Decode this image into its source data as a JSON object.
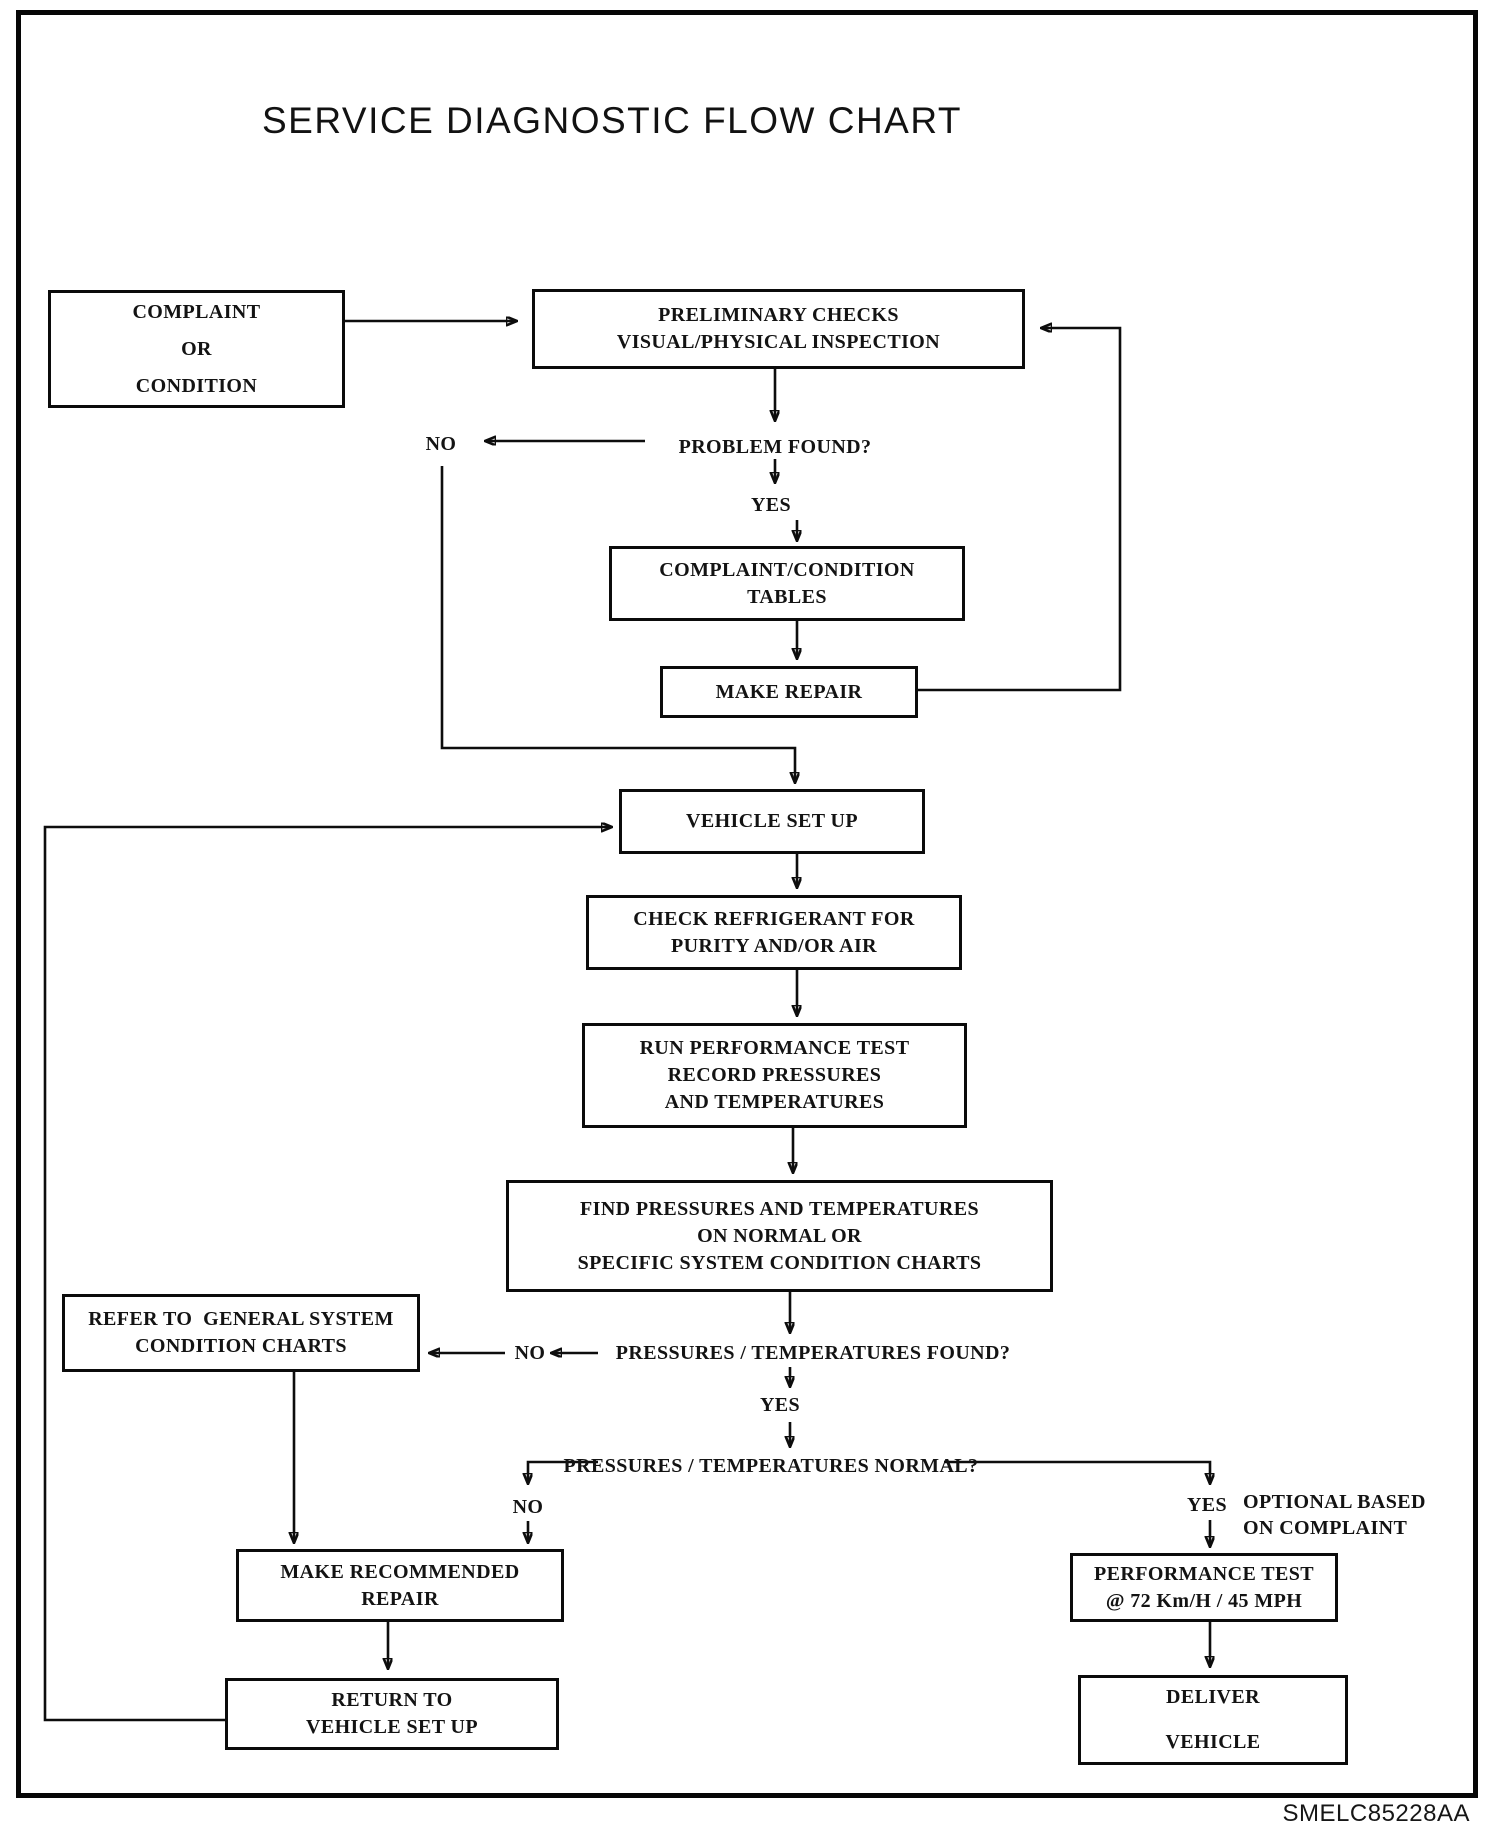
{
  "page": {
    "title": "SERVICE DIAGNOSTIC FLOW CHART",
    "figure_code": "SMELC85228AA"
  },
  "nodes": [
    {
      "id": "complaint",
      "lines": [
        "COMPLAINT",
        "OR",
        "CONDITION"
      ]
    },
    {
      "id": "preliminary-checks",
      "lines": [
        "PRELIMINARY CHECKS",
        "VISUAL/PHYSICAL INSPECTION"
      ]
    },
    {
      "id": "complaint-condition-tables",
      "lines": [
        "COMPLAINT/CONDITION",
        "TABLES"
      ]
    },
    {
      "id": "make-repair",
      "lines": [
        "MAKE REPAIR"
      ]
    },
    {
      "id": "vehicle-set-up",
      "lines": [
        "VEHICLE SET UP"
      ]
    },
    {
      "id": "check-refrigerant",
      "lines": [
        "CHECK REFRIGERANT FOR",
        "PURITY AND/OR AIR"
      ]
    },
    {
      "id": "run-performance-test",
      "lines": [
        "RUN PERFORMANCE TEST",
        "RECORD PRESSURES",
        "AND TEMPERATURES"
      ]
    },
    {
      "id": "find-pressures",
      "lines": [
        "FIND PRESSURES AND TEMPERATURES",
        "ON NORMAL OR",
        "SPECIFIC SYSTEM CONDITION CHARTS"
      ]
    },
    {
      "id": "refer-general-system",
      "lines": [
        "REFER TO  GENERAL SYSTEM",
        "CONDITION CHARTS"
      ]
    },
    {
      "id": "make-recommended-repair",
      "lines": [
        "MAKE RECOMMENDED",
        "REPAIR"
      ]
    },
    {
      "id": "return-to-vehicle-set-up",
      "lines": [
        "RETURN TO",
        "VEHICLE SET UP"
      ]
    },
    {
      "id": "performance-test",
      "lines": [
        "PERFORMANCE TEST",
        "@ 72 Km/H / 45 MPH"
      ]
    },
    {
      "id": "deliver-vehicle",
      "lines": [
        "DELIVER",
        "VEHICLE"
      ]
    }
  ],
  "labels": [
    {
      "id": "problem-found",
      "text": "PROBLEM FOUND?"
    },
    {
      "id": "no-1",
      "text": "NO"
    },
    {
      "id": "yes-1",
      "text": "YES"
    },
    {
      "id": "pressures-found",
      "text": "PRESSURES / TEMPERATURES FOUND?"
    },
    {
      "id": "no-2",
      "text": "NO"
    },
    {
      "id": "yes-2",
      "text": "YES"
    },
    {
      "id": "pressures-normal",
      "text": "PRESSURES / TEMPERATURES NORMAL?"
    },
    {
      "id": "no-3",
      "text": "NO"
    },
    {
      "id": "yes-3",
      "text": "YES"
    },
    {
      "id": "optional-note",
      "text": "OPTIONAL BASED\nON COMPLAINT"
    }
  ]
}
